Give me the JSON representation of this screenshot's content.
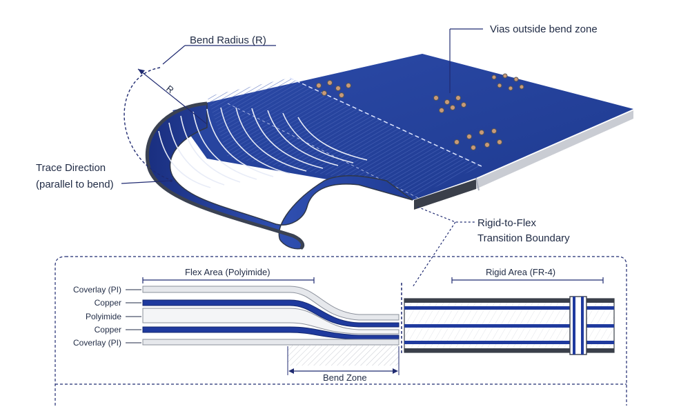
{
  "callouts": {
    "bend_radius": "Bend Radius (R)",
    "radius_symbol": "R",
    "vias": "Vias outside bend zone",
    "trace_direction_line1": "Trace Direction",
    "trace_direction_line2": "(parallel to bend)",
    "transition_line1": "Rigid-to-Flex",
    "transition_line2": "Transition Boundary"
  },
  "cross_section": {
    "flex_area": "Flex Area (Polyimide)",
    "rigid_area": "Rigid Area (FR-4)",
    "bend_zone": "Bend Zone",
    "layers": [
      "Coverlay (PI)",
      "Copper",
      "Polyimide",
      "Copper",
      "Coverlay (PI)"
    ]
  },
  "colors": {
    "board_blue": "#23409a",
    "board_dark": "#1a2f78",
    "copper_blue": "#1f3a9e",
    "leader_line": "#1f2a70",
    "coverlay_gray": "#e6e8ec"
  }
}
